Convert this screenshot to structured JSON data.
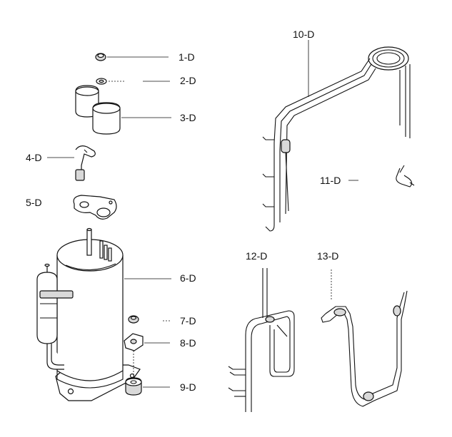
{
  "diagram": {
    "parts": [
      {
        "id": "1",
        "label": "1-D"
      },
      {
        "id": "2",
        "label": "2-D"
      },
      {
        "id": "3",
        "label": "3-D"
      },
      {
        "id": "4",
        "label": "4-D"
      },
      {
        "id": "5",
        "label": "5-D"
      },
      {
        "id": "6",
        "label": "6-D"
      },
      {
        "id": "7",
        "label": "7-D"
      },
      {
        "id": "8",
        "label": "8-D"
      },
      {
        "id": "9",
        "label": "9-D"
      },
      {
        "id": "10",
        "label": "10-D"
      },
      {
        "id": "11",
        "label": "11-D"
      },
      {
        "id": "12",
        "label": "12-D"
      },
      {
        "id": "13",
        "label": "13-D"
      }
    ]
  }
}
